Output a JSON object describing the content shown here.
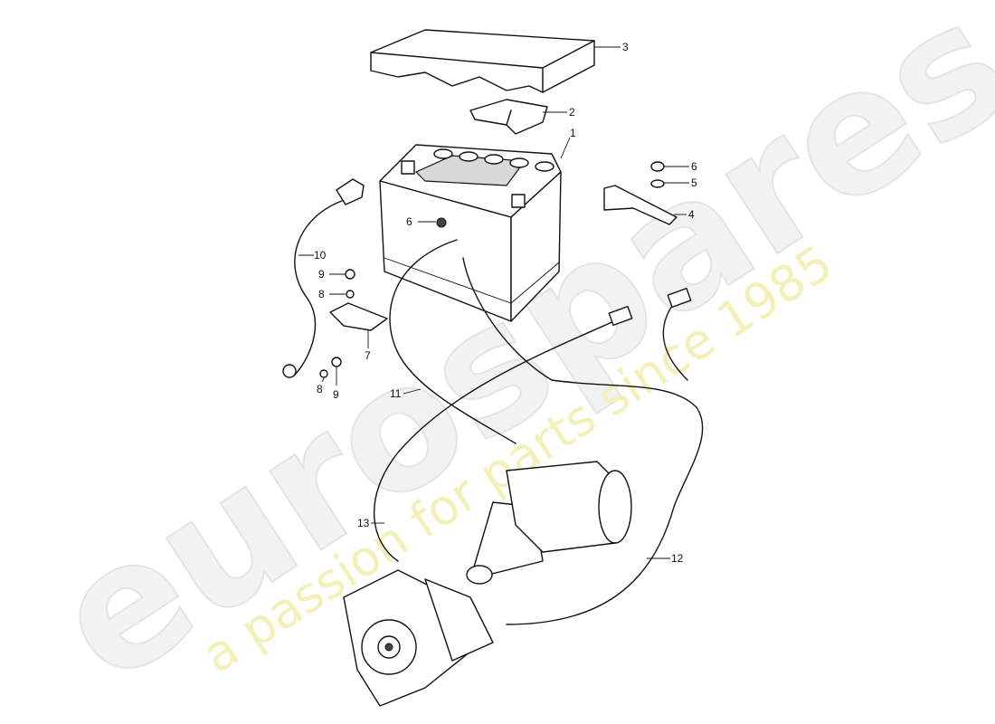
{
  "watermark": {
    "brand": "eurospares",
    "tagline": "a passion for parts since 1985",
    "brand_color": "#eeeeee",
    "tagline_color": "#f3f0b8"
  },
  "callouts": [
    "3",
    "2",
    "1",
    "6",
    "5",
    "4",
    "6",
    "10",
    "9",
    "8",
    "7",
    "8",
    "9",
    "11",
    "13",
    "12"
  ]
}
